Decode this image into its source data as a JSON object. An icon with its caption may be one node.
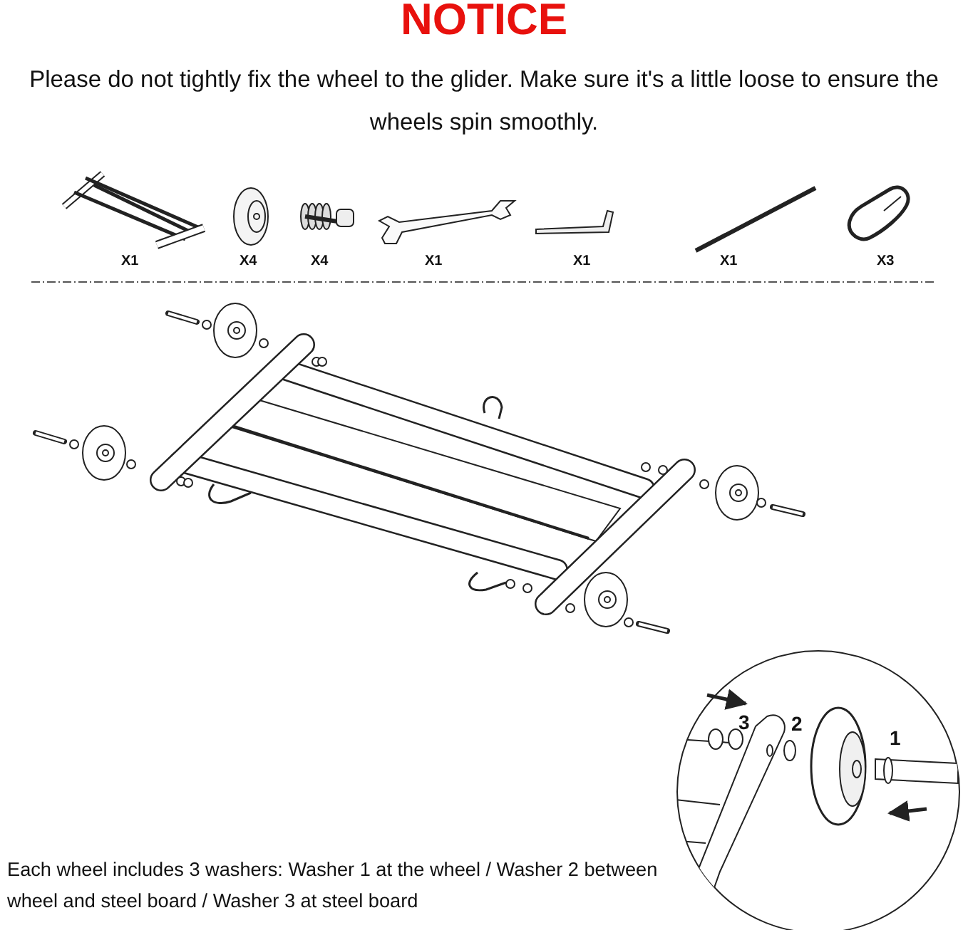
{
  "diagram": {
    "title": "NOTICE",
    "caption": "Each wheel includes 3 washers: Washer 1 at the wheel / Washer 2 between wheel and steel board / Washer 3 at steel board",
    "labels": [
      "Please do not tightly fix the wheel to the glider. Make sure it's a little loose to ensure the wheels spin smoothly.",
      "X1",
      "X4",
      "X4",
      "X1",
      "X1",
      "X1",
      "X3",
      "3",
      "2",
      "1"
    ]
  }
}
